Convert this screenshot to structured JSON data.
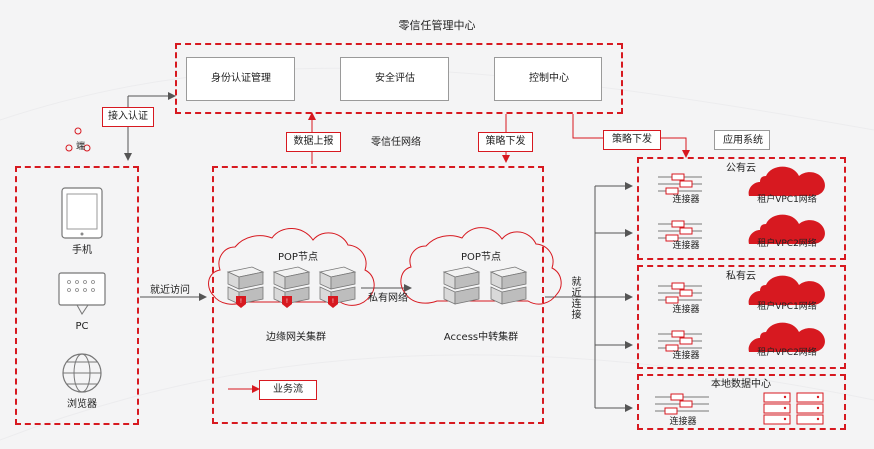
{
  "title": "零信任管理中心",
  "management": {
    "items": [
      "身份认证管理",
      "安全评估",
      "控制中心"
    ]
  },
  "edge": {
    "access_label": "接入认证",
    "endpoint_label": "端",
    "devices": [
      "手机",
      "PC",
      "浏览器"
    ],
    "nearby_access": "就近访问"
  },
  "network": {
    "title": "零信任网络",
    "report_label": "数据上报",
    "policy_label": "策略下发",
    "pop_node": "POP节点",
    "private_network": "私有网络",
    "edge_cluster": "边缘网关集群",
    "access_cluster": "Access中转集群",
    "business_flow": "业务流"
  },
  "right": {
    "nearby_connect": "就近连接",
    "policy_label": "策略下发",
    "app_system": "应用系统",
    "public_cloud": "公有云",
    "private_cloud": "私有云",
    "local_dc": "本地数据中心",
    "connector": "连接器",
    "vpc1": "租户VPC1网络",
    "vpc2": "租户VPC2网络"
  }
}
